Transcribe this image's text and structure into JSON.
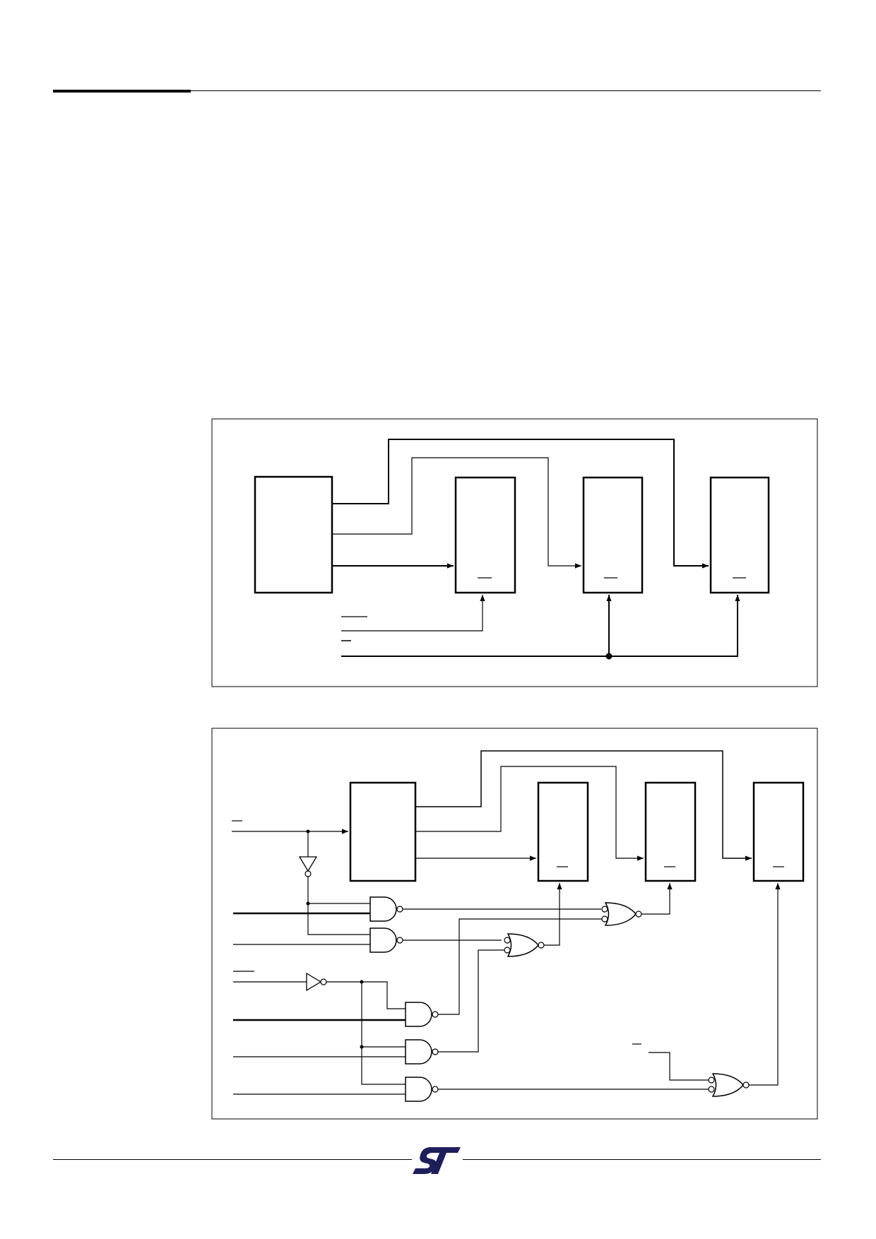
{
  "header": {},
  "figures": [
    {
      "id": "figure-1",
      "description_visible_text": []
    },
    {
      "id": "figure-2",
      "description_visible_text": []
    }
  ],
  "logo": {
    "text": "ST",
    "color": "#1e1e5a"
  },
  "colors": {
    "line": "#000000",
    "background": "#ffffff",
    "logo": "#1e1e5a"
  }
}
